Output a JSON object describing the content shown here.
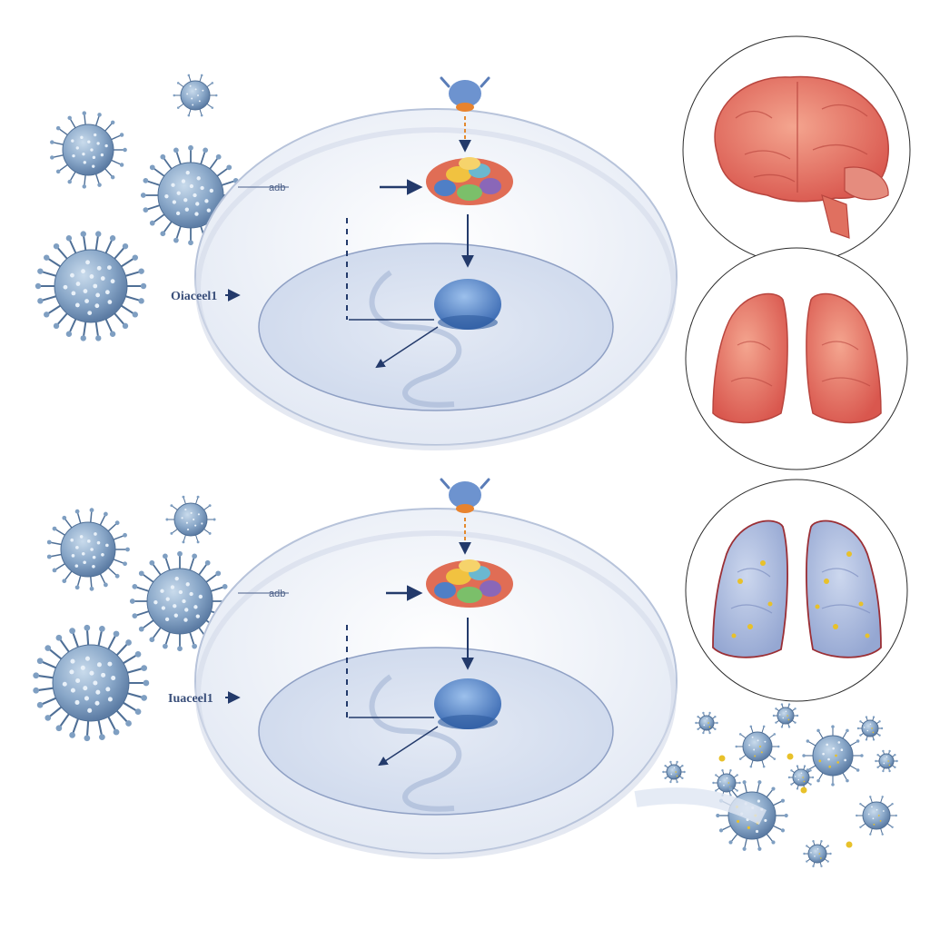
{
  "panels": [
    {
      "id": "top",
      "side_label": "Oiaceel1",
      "arrow_label": "adb",
      "organs": [
        {
          "name": "brain",
          "color": "#e2766a"
        },
        {
          "name": "lungs",
          "color": "#e2766a"
        }
      ]
    },
    {
      "id": "bottom",
      "side_label": "Iuaceel1",
      "arrow_label": "adb",
      "organs": [
        {
          "name": "lungs-infected",
          "color": "#a9b9dc"
        }
      ]
    }
  ],
  "colors": {
    "virus": "#7f9fc2",
    "virus_dark": "#4f6f96",
    "dish": "#e9eef7",
    "arrow": "#233a6b",
    "organ_red": "#e2766a",
    "organ_blue": "#a9b9dc",
    "antigen_yellow": "#e8c12a"
  }
}
